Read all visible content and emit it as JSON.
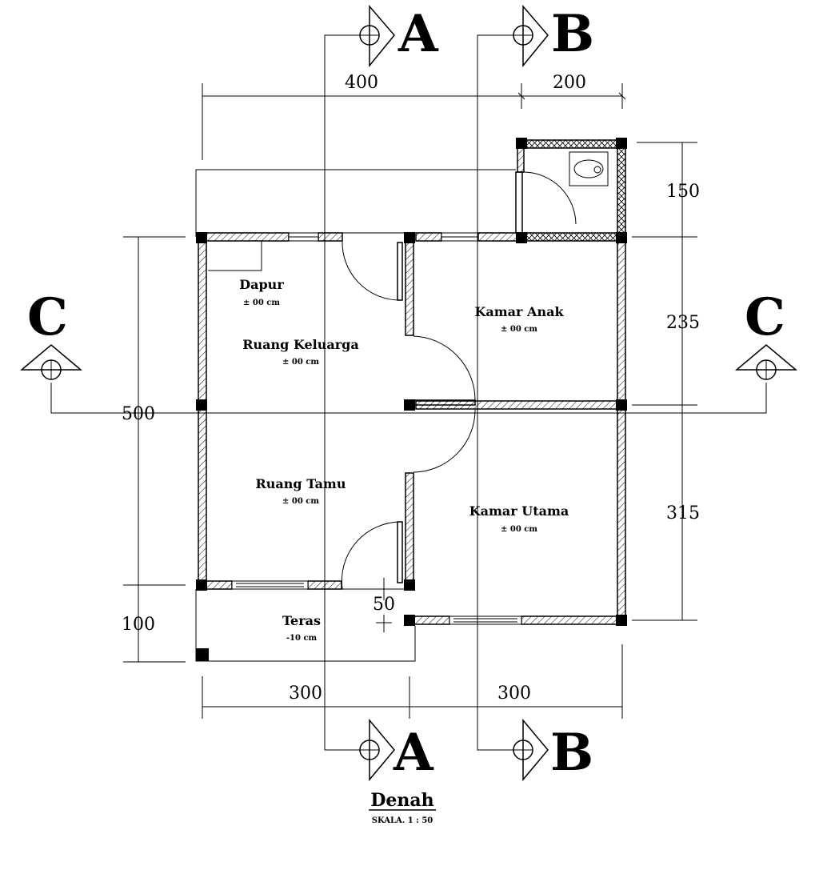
{
  "rooms": {
    "dapur": {
      "name": "Dapur",
      "elevation": "± 00 cm"
    },
    "ruang_keluarga": {
      "name": "Ruang Keluarga",
      "elevation": "± 00 cm"
    },
    "kamar_anak": {
      "name": "Kamar Anak",
      "elevation": "± 00 cm"
    },
    "ruang_tamu": {
      "name": "Ruang Tamu",
      "elevation": "± 00 cm"
    },
    "kamar_utama": {
      "name": "Kamar Utama",
      "elevation": "± 00 cm"
    },
    "teras": {
      "name": "Teras",
      "elevation": "-10 cm"
    }
  },
  "dimensions": {
    "top_left": "400",
    "top_right": "200",
    "right_1": "150",
    "right_2": "235",
    "right_3": "315",
    "left_main": "500",
    "left_teras": "100",
    "step": "50",
    "bottom_left": "300",
    "bottom_right": "300"
  },
  "sections": {
    "a": "A",
    "b": "B",
    "c": "C"
  },
  "title": {
    "name": "Denah",
    "scale": "SKALA. 1 : 50"
  }
}
